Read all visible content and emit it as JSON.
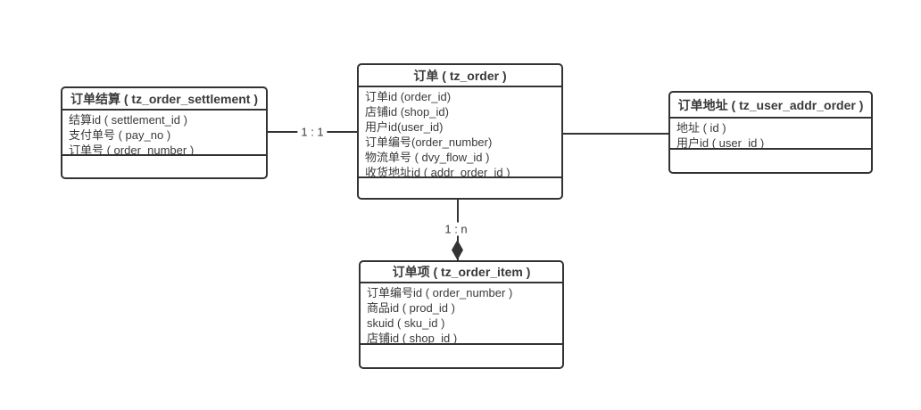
{
  "diagram": {
    "type": "er-diagram",
    "background_color": "#ffffff",
    "line_color": "#333333",
    "text_color": "#3a3a3a"
  },
  "entities": {
    "settlement": {
      "title": "订单结算 ( tz_order_settlement )",
      "fields": [
        "结算id ( settlement_id )",
        "支付单号 ( pay_no )",
        "订单号 ( order_number )"
      ]
    },
    "order": {
      "title": "订单 ( tz_order )",
      "fields": [
        "订单id (order_id)",
        "店铺id (shop_id)",
        "用户id(user_id)",
        "订单编号(order_number)",
        "物流单号 ( dvy_flow_id )",
        "收货地址id ( addr_order_id )"
      ]
    },
    "user_addr_order": {
      "title": "订单地址 ( tz_user_addr_order )",
      "fields": [
        "地址 ( id )",
        "用户id ( user_id )"
      ]
    },
    "order_item": {
      "title": "订单项 ( tz_order_item )",
      "fields": [
        "订单编号id ( order_number )",
        "商品id ( prod_id )",
        "skuid ( sku_id )",
        "店铺id ( shop_id )"
      ]
    }
  },
  "relations": {
    "settlement_to_order": {
      "label": "1 : 1"
    },
    "order_to_addr": {
      "label": ""
    },
    "order_to_item": {
      "label": "1 : n",
      "arrow": "filled-diamond"
    }
  }
}
